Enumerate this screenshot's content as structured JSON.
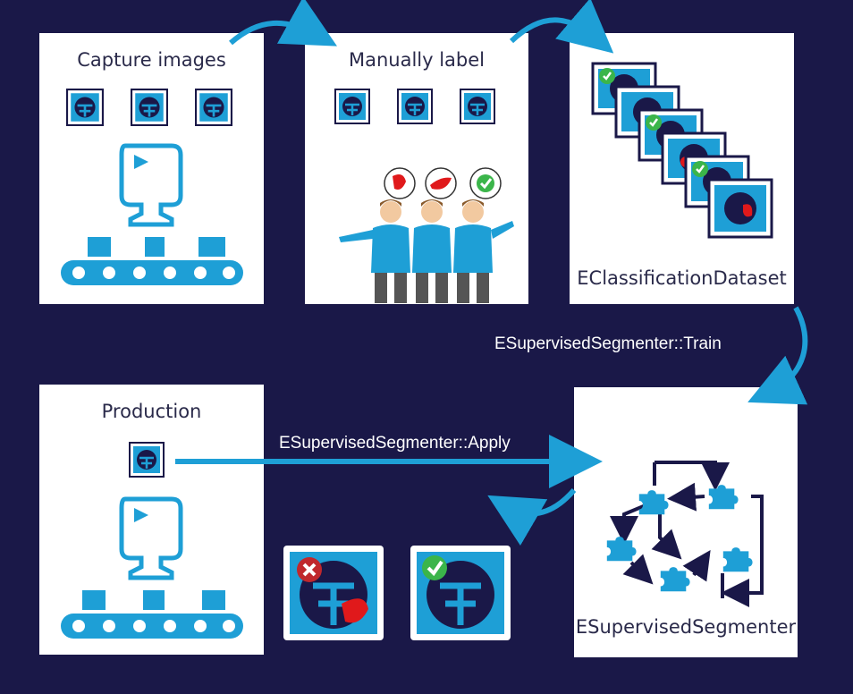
{
  "panels": {
    "capture": {
      "title": "Capture images"
    },
    "label": {
      "title": "Manually label"
    },
    "dataset": {
      "title": "EClassificationDataset"
    },
    "production": {
      "title": "Production"
    },
    "segmenter": {
      "title": "ESupervisedSegmenter"
    }
  },
  "flows": {
    "train": "ESupervisedSegmenter::Train",
    "apply": "ESupervisedSegmenter::Apply"
  },
  "colors": {
    "background": "#1a1848",
    "accent": "#1e9fd6",
    "dark": "#1a1848",
    "defect": "#e0191b",
    "ok": "#3bb54a",
    "reject": "#c0282d"
  },
  "icons": [
    "camera-icon",
    "conveyor-icon",
    "image-thumbnail-icon",
    "people-icon",
    "puzzle-icon",
    "check-icon",
    "cross-icon"
  ]
}
